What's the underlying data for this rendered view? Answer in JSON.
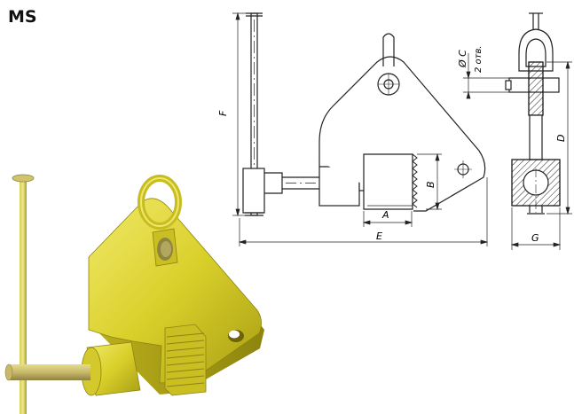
{
  "model_code": "MS",
  "dimension_labels": {
    "A": "A",
    "B": "B",
    "C": "Ø C",
    "holes": "2 отв.",
    "D": "D",
    "E": "E",
    "F": "F",
    "G": "G"
  },
  "colors": {
    "clamp_body": "#d9cf2a",
    "clamp_shadow": "#a89e14",
    "clamp_highlight": "#f1ea6a",
    "screw": "#b8a85a",
    "line": "#222222"
  }
}
